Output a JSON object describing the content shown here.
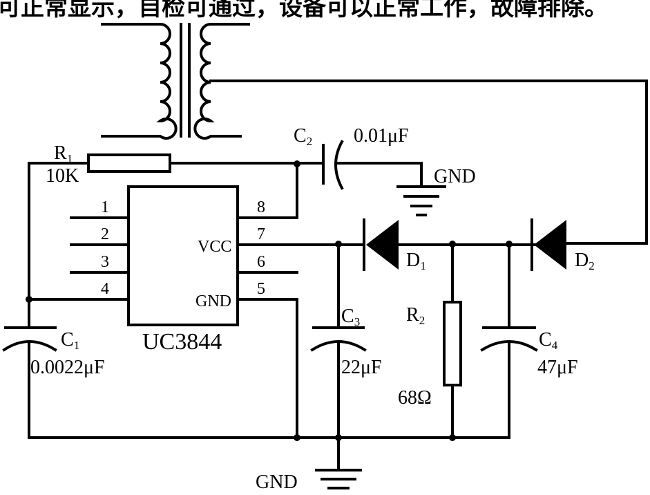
{
  "caption_fragment": "可正常显示，自检可通过，设备可以正常工作，故障排除。",
  "labels": {
    "r1": {
      "name": "R",
      "sub": "1",
      "value": "10K"
    },
    "r2": {
      "name": "R",
      "sub": "2",
      "value": "68Ω"
    },
    "c1": {
      "name": "C",
      "sub": "1",
      "value": "0.0022μF"
    },
    "c2": {
      "name": "C",
      "sub": "2",
      "value": "0.01μF"
    },
    "c3": {
      "name": "C",
      "sub": "3",
      "value": "22μF"
    },
    "c4": {
      "name": "C",
      "sub": "4",
      "value": "47μF"
    },
    "d1": {
      "name": "D",
      "sub": "1"
    },
    "d2": {
      "name": "D",
      "sub": "2"
    },
    "ic": {
      "name": "UC3844",
      "vcc": "VCC",
      "gnd": "GND"
    },
    "gnd_top": "GND",
    "gnd_bottom": "GND"
  },
  "pins": [
    "1",
    "2",
    "3",
    "4",
    "5",
    "6",
    "7",
    "8"
  ]
}
